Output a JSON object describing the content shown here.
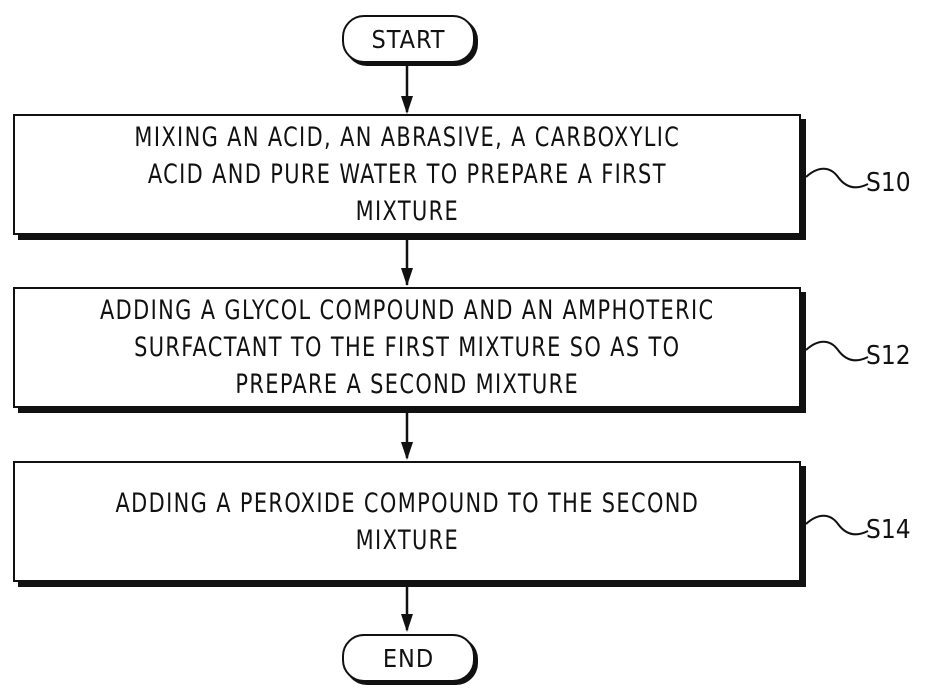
{
  "flowchart": {
    "start_label": "START",
    "end_label": "END",
    "steps": [
      {
        "id": "S10",
        "lines": [
          "MIXING AN ACID, AN ABRASIVE, A CARBOXYLIC",
          "ACID AND PURE WATER TO PREPARE A FIRST",
          "MIXTURE"
        ]
      },
      {
        "id": "S12",
        "lines": [
          "ADDING A GLYCOL COMPOUND AND AN AMPHOTERIC",
          "SURFACTANT TO THE FIRST MIXTURE SO AS TO",
          "PREPARE A SECOND MIXTURE"
        ]
      },
      {
        "id": "S14",
        "lines": [
          "ADDING A PEROXIDE COMPOUND TO THE SECOND",
          "MIXTURE"
        ]
      }
    ]
  }
}
